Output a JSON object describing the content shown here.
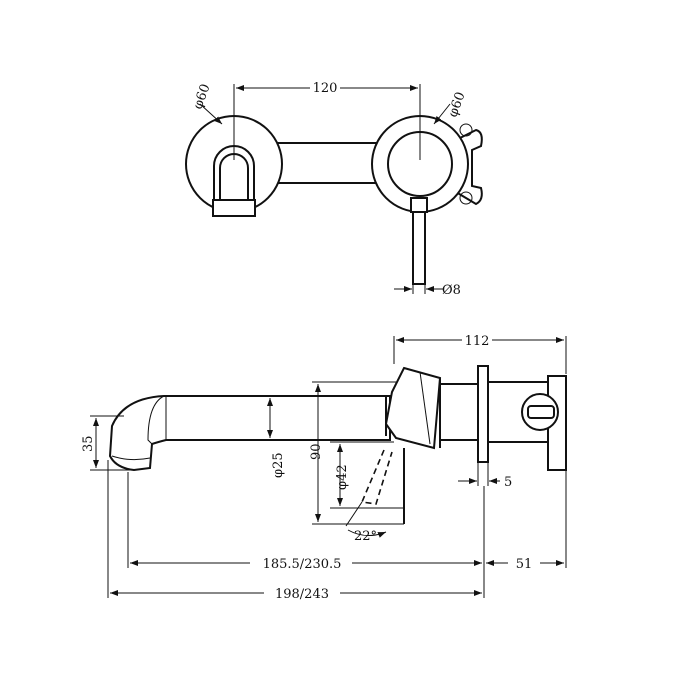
{
  "top_view": {
    "dim_center_distance": "120",
    "dim_left_diameter": "φ60",
    "dim_right_diameter": "φ60",
    "dim_handle_diameter": "Ø8"
  },
  "side_view": {
    "dim_total_depth": "112",
    "dim_spout_height": "35",
    "dim_spout_diameter": "φ25",
    "dim_plate_height": "90",
    "dim_plate_diameter": "φ42",
    "dim_handle_angle": "22°",
    "dim_plate_thickness": "5",
    "dim_spout_projection": "185.5/230.5",
    "dim_body_depth": "51",
    "dim_overall_length": "198/243"
  }
}
